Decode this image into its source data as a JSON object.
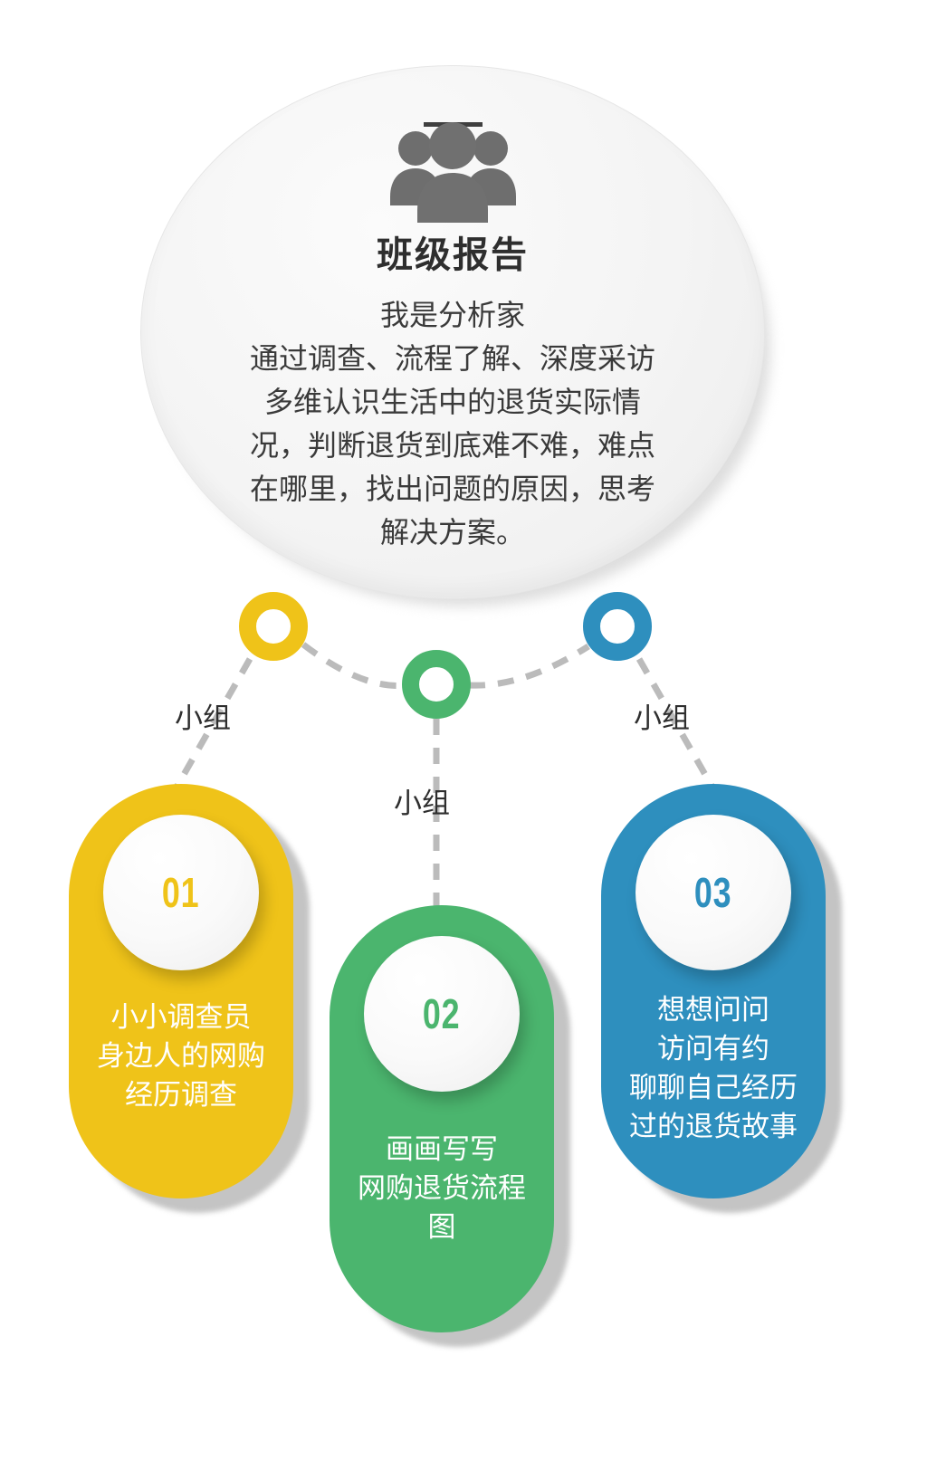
{
  "hero": {
    "icon": "people-group-icon",
    "title": "班级报告",
    "body_lines": [
      "我是分析家",
      "通过调查、流程了解、深度采访",
      "多维认识生活中的退货实际情",
      "况，判断退货到底难不难，难点",
      "在哪里，找出问题的原因，思考",
      "解决方案。"
    ]
  },
  "connectors": {
    "labels": [
      {
        "text": "小组"
      },
      {
        "text": "小组"
      },
      {
        "text": "小组"
      }
    ],
    "line_color": "#BBBBBB",
    "line_style": "dashed"
  },
  "branches": [
    {
      "number": "01",
      "color": "#EFC319",
      "ring_name": "ring-yellow",
      "lines": [
        "小小调查员",
        "身边人的网购",
        "经历调查"
      ]
    },
    {
      "number": "02",
      "color": "#4BB56E",
      "ring_name": "ring-green",
      "lines": [
        "画画写写",
        "网购退货流程",
        "图"
      ]
    },
    {
      "number": "03",
      "color": "#2E8FBE",
      "ring_name": "ring-blue",
      "lines": [
        "想想问问",
        "访问有约",
        "聊聊自己经历",
        "过的退货故事"
      ]
    }
  ],
  "palette": {
    "yellow": "#EFC319",
    "green": "#4BB56E",
    "blue": "#2E8FBE",
    "hero_bg": "#F2F2F2",
    "shadow": "#C4C4C4",
    "text_dark": "#2E2E2E"
  }
}
